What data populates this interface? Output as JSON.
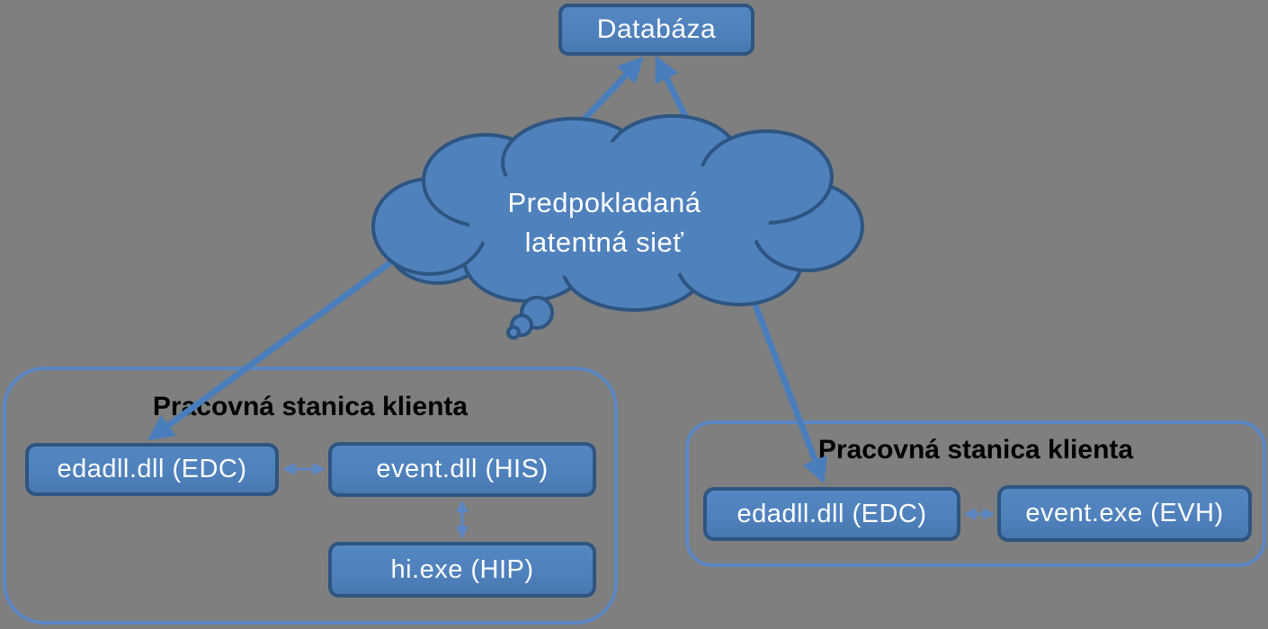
{
  "diagram": {
    "background_color": "#7f7f7f",
    "colors": {
      "node_fill": "#4f81bd",
      "node_border": "#2e5581",
      "container_border": "#5b87c5",
      "arrow": "#4a7dbc",
      "thin_arrow": "#5b87c5",
      "node_text": "#ffffff",
      "title_text": "#000000"
    },
    "database": {
      "label": "Databáza"
    },
    "cloud": {
      "label_line1": "Predpokladaná",
      "label_line2": "latentná sieť"
    },
    "workstation_left": {
      "title": "Pracovná stanica klienta",
      "modules": [
        {
          "label": "edadll.dll (EDC)"
        },
        {
          "label": "event.dll (HIS)"
        },
        {
          "label": "hi.exe (HIP)"
        }
      ]
    },
    "workstation_right": {
      "title": "Pracovná stanica klienta",
      "modules": [
        {
          "label": "edadll.dll (EDC)"
        },
        {
          "label": "event.exe (EVH)"
        }
      ]
    }
  }
}
